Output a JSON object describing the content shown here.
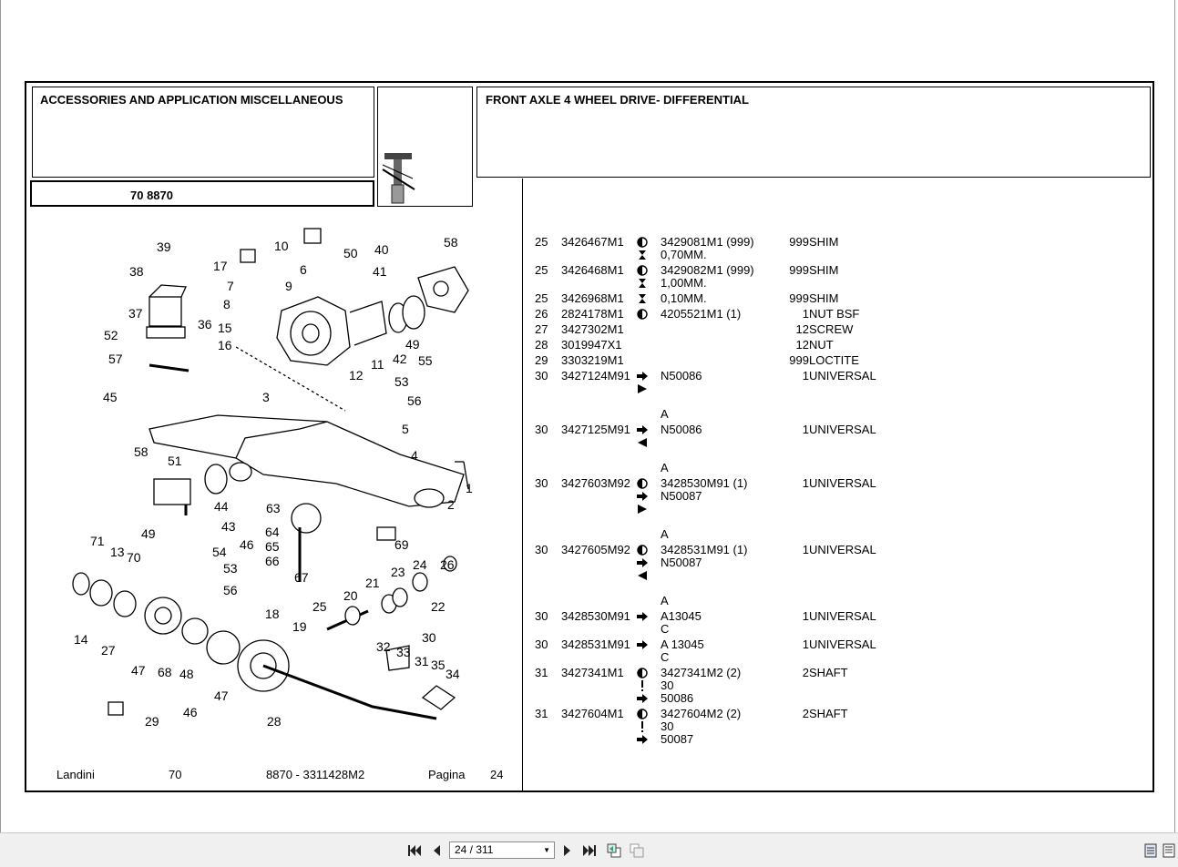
{
  "header": {
    "left_title": "ACCESSORIES AND APPLICATION MISCELLANEOUS",
    "code": "70 8870",
    "right_title": "FRONT AXLE 4 WHEEL DRIVE- DIFFERENTIAL"
  },
  "diagram": {
    "callouts": [
      "39",
      "38",
      "37",
      "36",
      "52",
      "57",
      "17",
      "10",
      "6",
      "7",
      "8",
      "15",
      "16",
      "9",
      "50",
      "40",
      "41",
      "58",
      "42",
      "49",
      "55",
      "11",
      "12",
      "53",
      "56",
      "45",
      "3",
      "5",
      "4",
      "58",
      "51",
      "1",
      "44",
      "2",
      "49",
      "43",
      "54",
      "63",
      "64",
      "65",
      "66",
      "69",
      "71",
      "13",
      "70",
      "46",
      "53",
      "56",
      "67",
      "24",
      "26",
      "23",
      "21",
      "22",
      "20",
      "25",
      "14",
      "27",
      "19",
      "18",
      "47",
      "68",
      "48",
      "30",
      "32",
      "33",
      "31",
      "35",
      "34",
      "47",
      "46",
      "28",
      "29"
    ]
  },
  "footer": {
    "brand": "Landini",
    "group": "70",
    "model": "8870 - 3311428M2",
    "page_label": "Pagina",
    "page_num": "24"
  },
  "parts": [
    {
      "ref": "25",
      "part": "3426467M1",
      "syms": [
        "half",
        "hour"
      ],
      "lines": [
        "3429081M1  (999)",
        "0,70MM."
      ],
      "qty": "999",
      "desc": "SHIM"
    },
    {
      "ref": "25",
      "part": "3426468M1",
      "syms": [
        "half",
        "hour"
      ],
      "lines": [
        "3429082M1  (999)",
        "1,00MM."
      ],
      "qty": "999",
      "desc": "SHIM"
    },
    {
      "ref": "25",
      "part": "3426968M1",
      "syms": [
        "hour"
      ],
      "lines": [
        "0,10MM."
      ],
      "qty": "999",
      "desc": "SHIM"
    },
    {
      "ref": "26",
      "part": "2824178M1",
      "syms": [
        "half"
      ],
      "lines": [
        "4205521M1  (1)"
      ],
      "qty": "1",
      "desc": "NUT BSF"
    },
    {
      "ref": "27",
      "part": "3427302M1",
      "syms": [],
      "lines": [
        ""
      ],
      "qty": "12",
      "desc": "SCREW"
    },
    {
      "ref": "28",
      "part": "3019947X1",
      "syms": [],
      "lines": [
        ""
      ],
      "qty": "12",
      "desc": "NUT"
    },
    {
      "ref": "29",
      "part": "3303219M1",
      "syms": [],
      "lines": [
        ""
      ],
      "qty": "999",
      "desc": "LOCTITE"
    },
    {
      "ref": "30",
      "part": "3427124M91",
      "syms": [
        "arrow",
        "tri-r",
        "",
        ""
      ],
      "lines": [
        "N50086",
        "",
        "",
        "A"
      ],
      "qty": "1",
      "desc": "UNIVERSAL"
    },
    {
      "ref": "30",
      "part": "3427125M91",
      "syms": [
        "arrow",
        "tri-l",
        "",
        ""
      ],
      "lines": [
        "N50086",
        "",
        "",
        "A"
      ],
      "qty": "1",
      "desc": "UNIVERSAL"
    },
    {
      "ref": "30",
      "part": "3427603M92",
      "syms": [
        "half",
        "arrow",
        "tri-r",
        "",
        ""
      ],
      "lines": [
        "3428530M91  (1)",
        "N50087",
        "",
        "",
        "A"
      ],
      "qty": "1",
      "desc": "UNIVERSAL"
    },
    {
      "ref": "30",
      "part": "3427605M92",
      "syms": [
        "half",
        "arrow",
        "tri-l",
        "",
        ""
      ],
      "lines": [
        "3428531M91  (1)",
        "N50087",
        "",
        "",
        "A"
      ],
      "qty": "1",
      "desc": "UNIVERSAL"
    },
    {
      "ref": "30",
      "part": "3428530M91",
      "syms": [
        "arrow",
        ""
      ],
      "lines": [
        "A13045",
        "C"
      ],
      "qty": "1",
      "desc": "UNIVERSAL"
    },
    {
      "ref": "30",
      "part": "3428531M91",
      "syms": [
        "arrow",
        ""
      ],
      "lines": [
        "A 13045",
        "C"
      ],
      "qty": "1",
      "desc": "UNIVERSAL"
    },
    {
      "ref": "31",
      "part": "3427341M1",
      "syms": [
        "half",
        "excl",
        "arrow"
      ],
      "lines": [
        "3427341M2  (2)",
        "30",
        "50086"
      ],
      "qty": "2",
      "desc": "SHAFT"
    },
    {
      "ref": "31",
      "part": "3427604M1",
      "syms": [
        "half",
        "excl",
        "arrow"
      ],
      "lines": [
        "3427604M2  (2)",
        "30",
        "50087"
      ],
      "qty": "2",
      "desc": "SHAFT"
    }
  ],
  "toolbar": {
    "page_indicator": "24 / 311"
  }
}
